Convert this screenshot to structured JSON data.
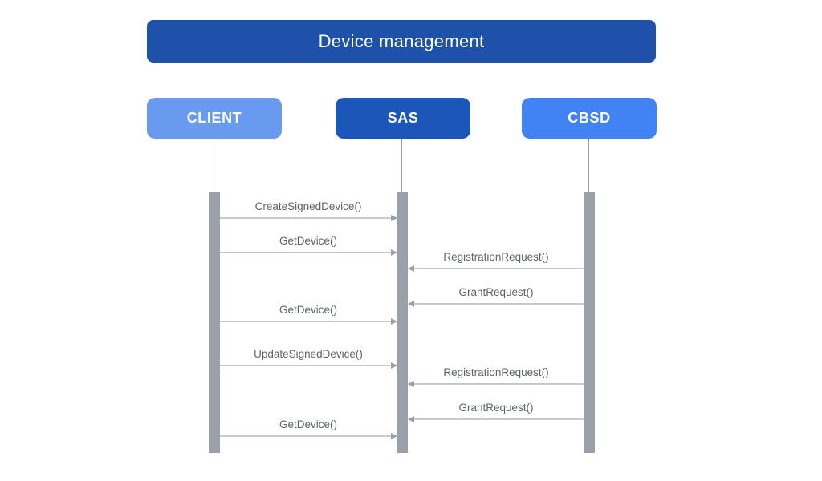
{
  "diagram": {
    "title": "Device management",
    "actors": [
      {
        "id": "client",
        "label": "CLIENT",
        "color": "#689af0"
      },
      {
        "id": "sas",
        "label": "SAS",
        "color": "#1a57b8"
      },
      {
        "id": "cbsd",
        "label": "CBSD",
        "color": "#4183f2"
      }
    ],
    "messages": [
      {
        "label": "CreateSignedDevice()",
        "from": "CLIENT",
        "to": "SAS"
      },
      {
        "label": "GetDevice()",
        "from": "CLIENT",
        "to": "SAS"
      },
      {
        "label": "RegistrationRequest()",
        "from": "CBSD",
        "to": "SAS"
      },
      {
        "label": "GrantRequest()",
        "from": "CBSD",
        "to": "SAS"
      },
      {
        "label": "GetDevice()",
        "from": "CLIENT",
        "to": "SAS"
      },
      {
        "label": "UpdateSignedDevice()",
        "from": "CLIENT",
        "to": "SAS"
      },
      {
        "label": "RegistrationRequest()",
        "from": "CBSD",
        "to": "SAS"
      },
      {
        "label": "GrantRequest()",
        "from": "CBSD",
        "to": "SAS"
      },
      {
        "label": "GetDevice()",
        "from": "CLIENT",
        "to": "SAS"
      }
    ],
    "colors": {
      "title_bg": "#1e51a8",
      "client_bg": "#689af0",
      "sas_bg": "#1a57b8",
      "cbsd_bg": "#4183f2",
      "activation_bar": "#9aa0a8",
      "lifeline": "#9aa0a6",
      "arrow_line": "#c7cacd",
      "arrow_head": "#9aa0a6",
      "message_text": "#5f6368",
      "title_text": "#ffffff",
      "actor_text": "#ffffff"
    }
  }
}
